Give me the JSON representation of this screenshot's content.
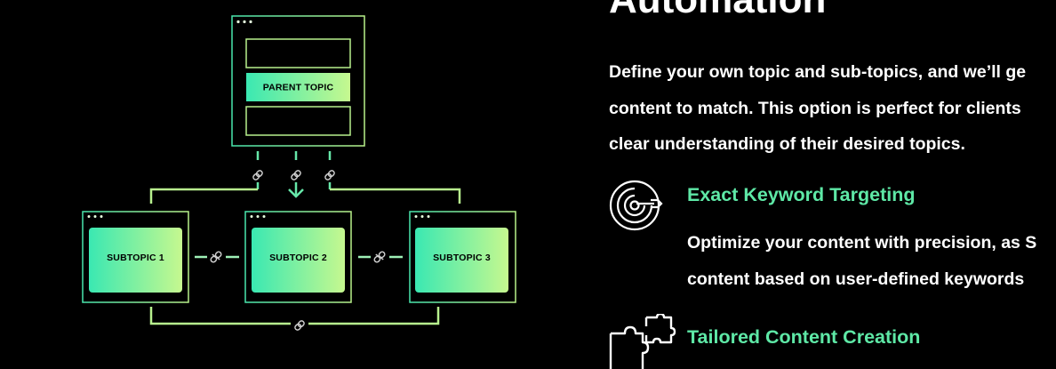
{
  "diagram": {
    "parent": "PARENT TOPIC",
    "subtopics": [
      "SUBTOPIC 1",
      "SUBTOPIC 2",
      "SUBTOPIC 3"
    ],
    "colors": {
      "accent": "#b8f18e",
      "gradient_start": "#3ae8b2",
      "gradient_end": "#c6f88f",
      "link": "#c8c8c8"
    }
  },
  "section": {
    "heading": "Automation",
    "intro_lines": [
      "Define your own topic and sub-topics, and we’ll ge",
      "content to match. This option is perfect for clients",
      "clear understanding of their desired topics."
    ],
    "features": [
      {
        "icon": "target-icon",
        "title": "Exact Keyword Targeting",
        "text_lines": [
          "Optimize your content with precision, as S",
          "content based on user-defined keywords"
        ]
      },
      {
        "icon": "puzzle-icon",
        "title": "Tailored Content Creation",
        "text_lines": []
      }
    ],
    "colors": {
      "feature_title": "#5ee8a6",
      "text": "#ffffff",
      "background": "#000000"
    }
  }
}
